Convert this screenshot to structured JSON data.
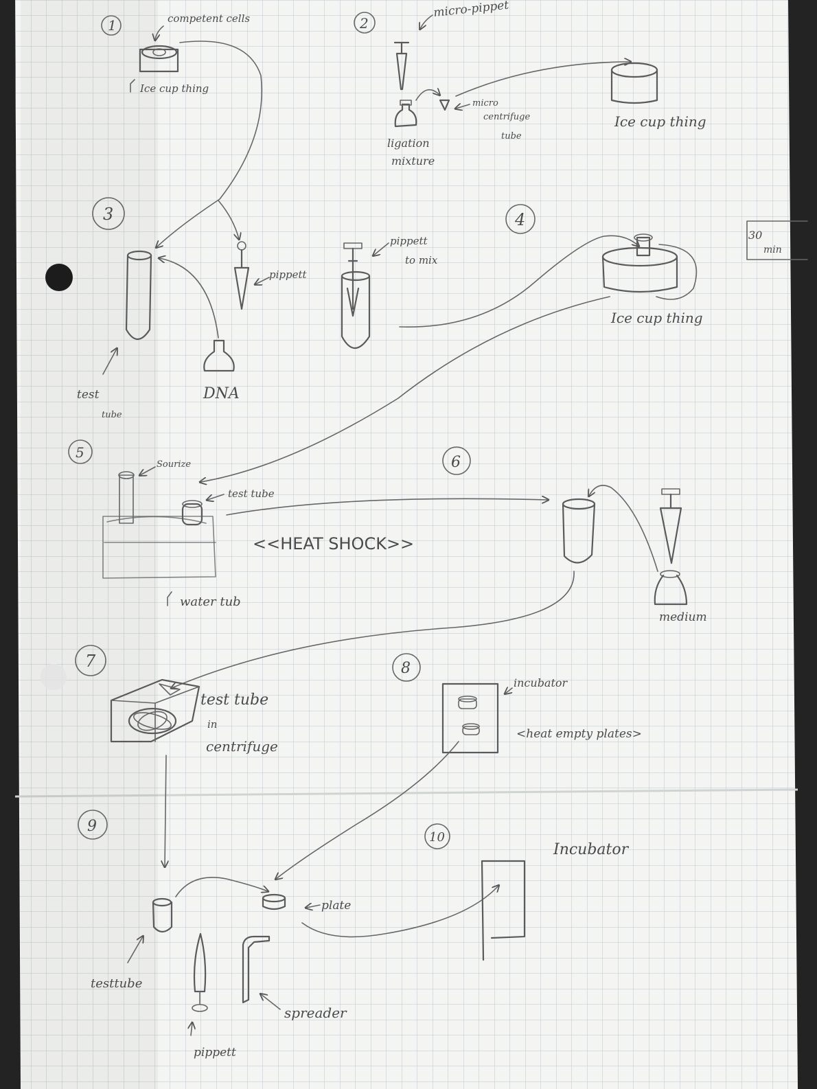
{
  "steps": [
    "1",
    "2",
    "3",
    "4",
    "5",
    "6",
    "7",
    "8",
    "9",
    "10"
  ],
  "labels": {
    "competent_cells": "competent cells",
    "ice_cup_1": "Ice cup thing",
    "micro_pippet": "micro-pippet",
    "micro_centrifuge_tube_1": "micro",
    "micro_centrifuge_tube_2": "centrifuge",
    "micro_centrifuge_tube_3": "tube",
    "ligation_mixture_1": "ligation",
    "ligation_mixture_2": "mixture",
    "ice_cup_2": "Ice cup thing",
    "pippett_3": "pippett",
    "test_tube_3a": "test",
    "test_tube_3b": "tube",
    "dna": "DNA",
    "pippett_to_mix_1": "pippett",
    "pippett_to_mix_2": "to mix",
    "ice_cup_4": "Ice cup thing",
    "time_1": "30",
    "time_2": "min",
    "sourize": "Sourize",
    "test_tube_5": "test tube",
    "heat_shock": "<<HEAT SHOCK>>",
    "water_tub": "water tub",
    "medium": "medium",
    "test_tube_7a": "test tube",
    "test_tube_7b": "in",
    "test_tube_7c": "centrifuge",
    "incubator_8": "incubator",
    "heat_plates": "<heat empty plates>",
    "plate": "plate",
    "incubator_10": "Incubator",
    "testtube_9": "testtube",
    "spreader": "spreader",
    "pippett_9": "pippett"
  },
  "colors": {
    "paper": "#f4f5f3",
    "grid": "#b9c7d3",
    "ink": "#4a4a4a",
    "background": "#232323"
  }
}
